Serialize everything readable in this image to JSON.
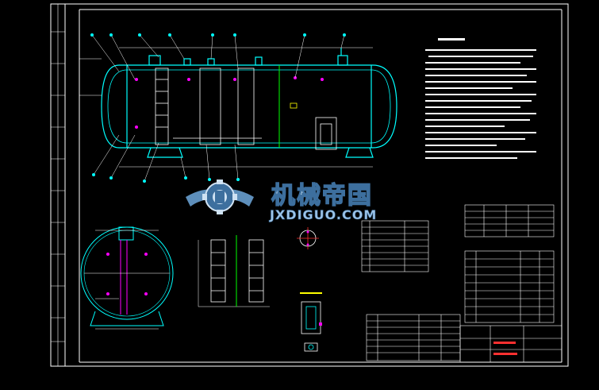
{
  "watermark": {
    "chinese": "机械帝国",
    "latin": "JXDIGUO.COM"
  },
  "colors": {
    "background": "#000000",
    "frame": "#ffffff",
    "vessel": "#00ffff",
    "internals": "#ffffff",
    "markers": "#ff00ff",
    "accent_green": "#00ff00",
    "accent_yellow": "#ffff00",
    "accent_red": "#ff3030",
    "watermark_blue": "#6fa8dc",
    "watermark_text": "#cfe2f3"
  },
  "icons": {
    "logo": "gear-wings-logo"
  }
}
